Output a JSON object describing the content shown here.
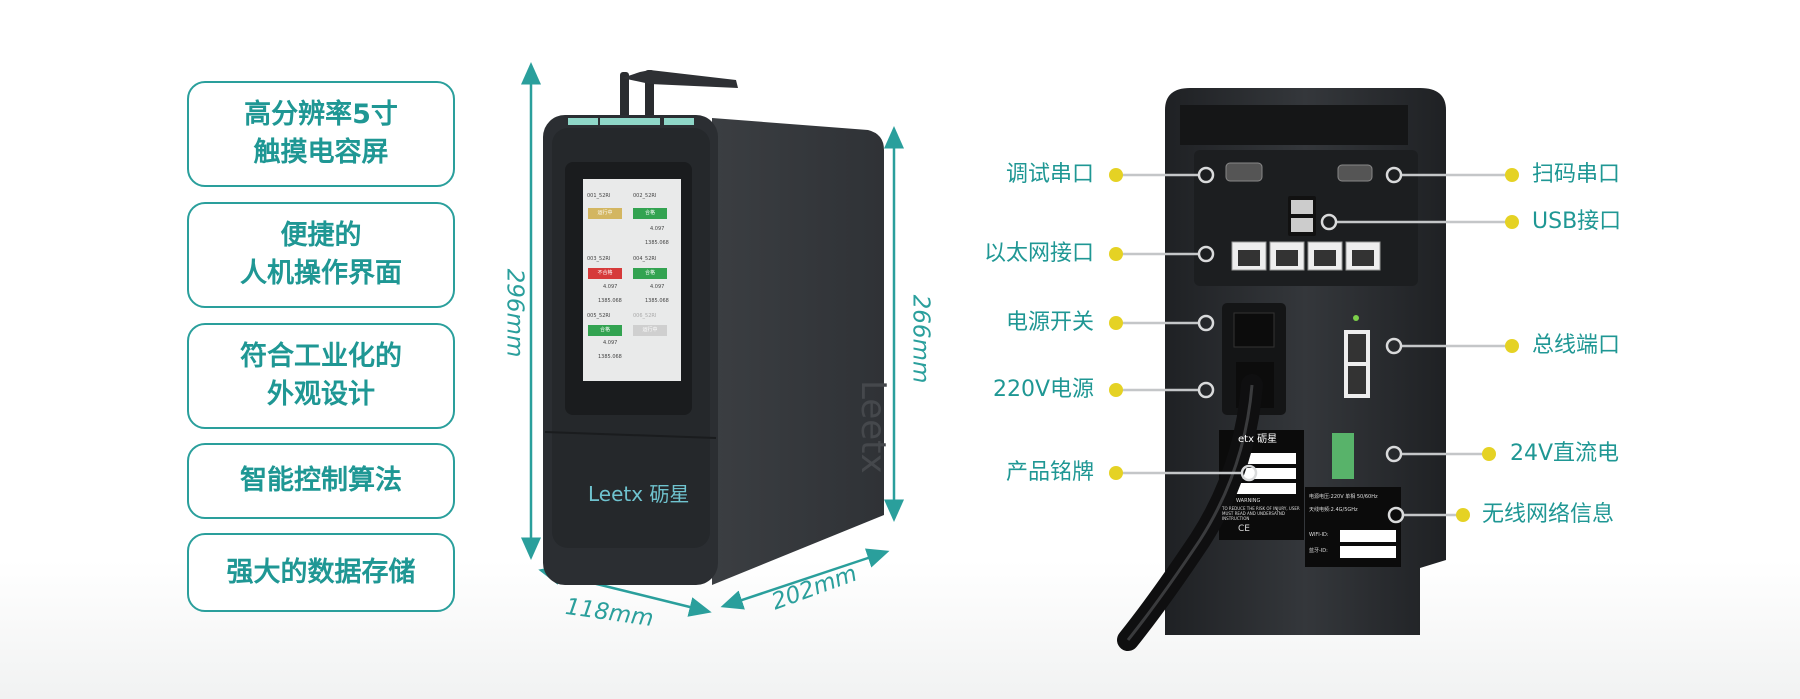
{
  "features": [
    {
      "line1": "高分辨率5寸",
      "line2": "触摸电容屏"
    },
    {
      "line1": "便捷的",
      "line2": "人机操作界面"
    },
    {
      "line1": "符合工业化的",
      "line2": "外观设计"
    },
    {
      "line1": "智能控制算法",
      "line2": ""
    },
    {
      "line1": "强大的数据存储",
      "line2": ""
    }
  ],
  "dimensions": {
    "height": "296mm",
    "side_height": "266mm",
    "width": "118mm",
    "depth": "202mm"
  },
  "brand_logo": "Leetx 砺星",
  "screen": {
    "cells": [
      {
        "id": "001_52RI",
        "status": "运行中",
        "v1": "",
        "v2": ""
      },
      {
        "id": "002_52RI",
        "status": "合格",
        "v1": "4.097",
        "v2": "1385.068"
      },
      {
        "id": "003_52RI",
        "status": "不合格",
        "v1": "4.097",
        "v2": "1385.068"
      },
      {
        "id": "004_52RI",
        "status": "合格",
        "v1": "4.097",
        "v2": "1385.068"
      },
      {
        "id": "005_52RI",
        "status": "合格",
        "v1": "4.097",
        "v2": "1385.068"
      },
      {
        "id": "006_52RI",
        "status": "运行中",
        "v1": "",
        "v2": ""
      }
    ]
  },
  "rear_labels": {
    "left": [
      "调试串口",
      "以太网接口",
      "电源开关",
      "220V电源",
      "产品铭牌"
    ],
    "right": [
      "扫码串口",
      "USB接口",
      "总线端口",
      "24V直流电",
      "无线网络信息"
    ]
  },
  "nameplate": {
    "logo": "etx 砺星",
    "warning": "WARNING",
    "warning_text": "TO REDUCE THE RISK OF INJURY, USER MUST READ AND UNDERSATND INSTRUCTION",
    "marks": "CE"
  },
  "wireless_plate": {
    "voltage": "电源电压:220V 单相 50/60Hz",
    "antenna": "天线电频:2.4G/5GHz",
    "wifi": "WIFI-ID:",
    "bt": "蓝牙-ID:"
  },
  "colors": {
    "accent": "#2a9f9c",
    "dot": "#e5d224",
    "device": "#2d3034"
  }
}
